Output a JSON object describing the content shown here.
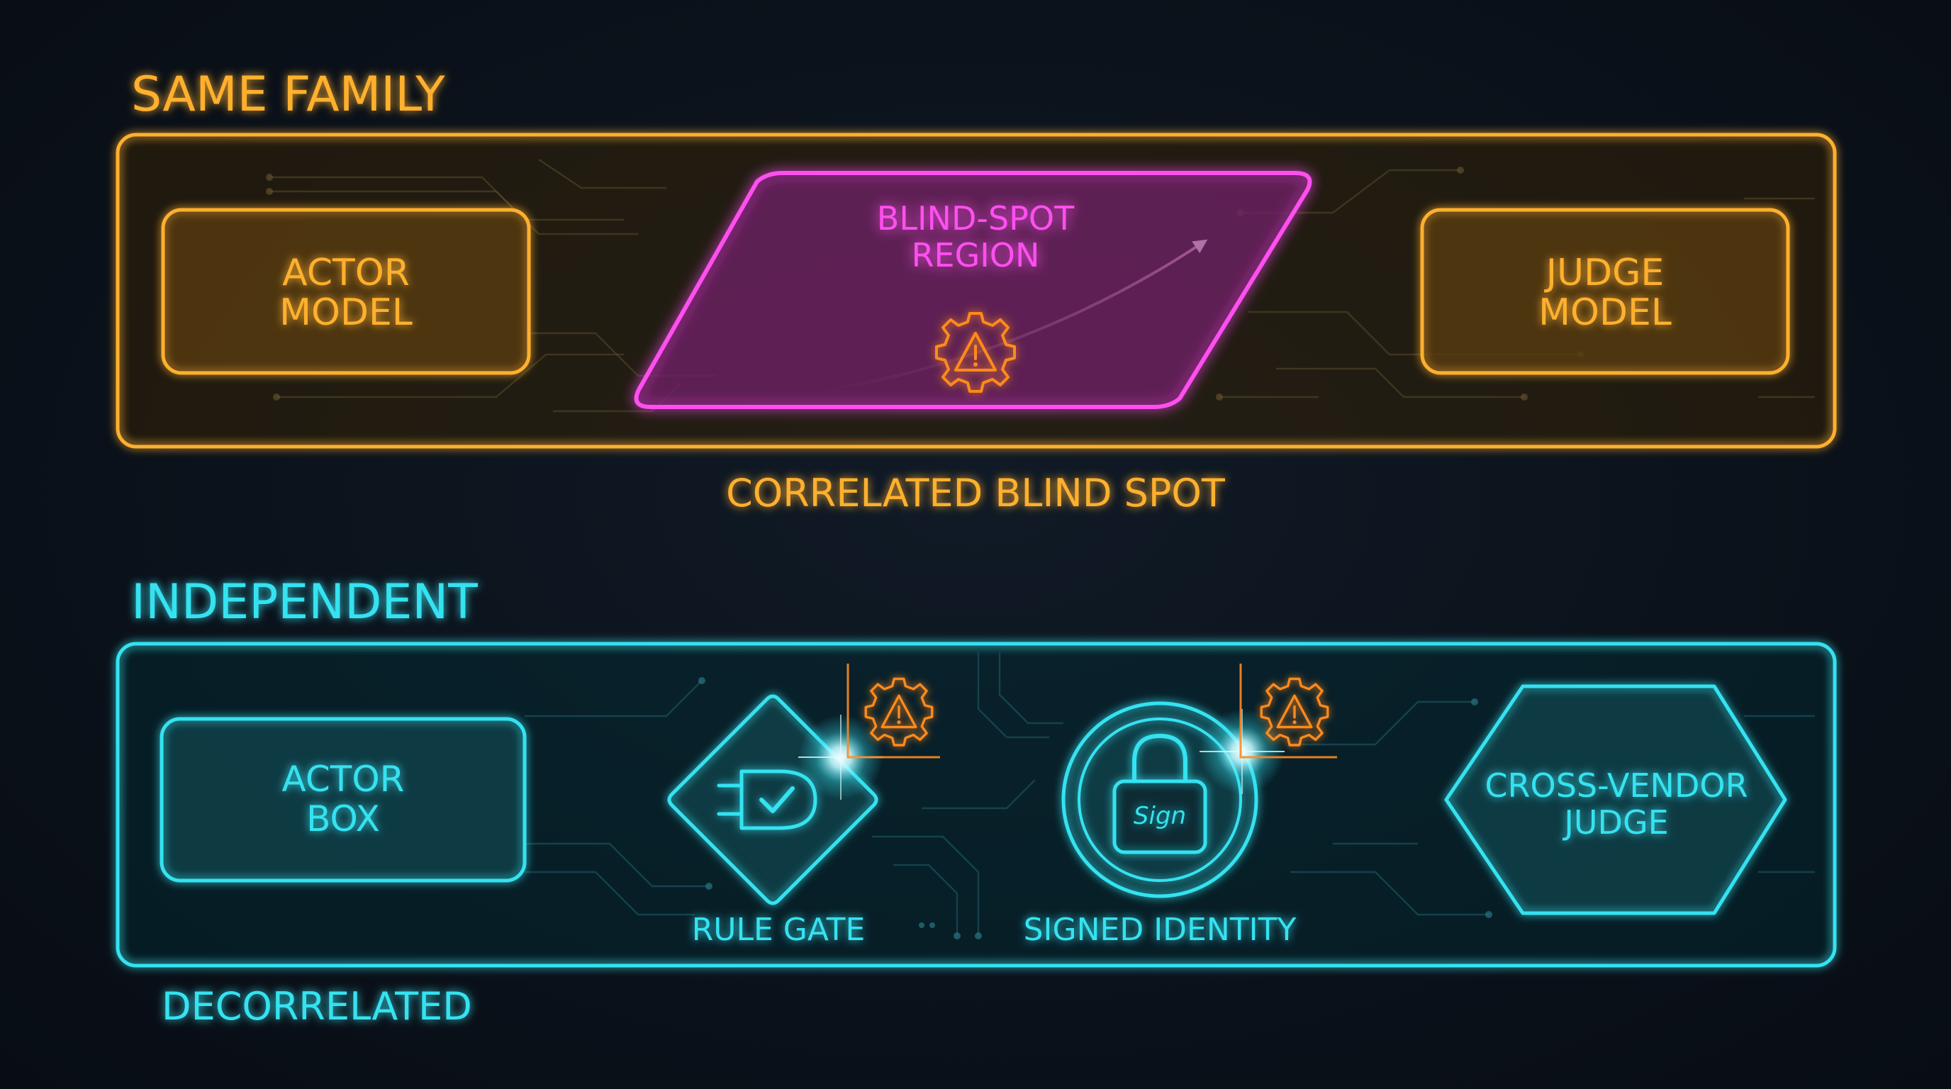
{
  "panels": {
    "top": {
      "title": "SAME FAMILY",
      "caption": "CORRELATED BLIND SPOT",
      "actor": {
        "line1": "ACTOR",
        "line2": "MODEL"
      },
      "blind_spot": {
        "line1": "BLIND-SPOT",
        "line2": "REGION",
        "icon": "warning-gear-icon"
      },
      "judge": {
        "line1": "JUDGE",
        "line2": "MODEL"
      },
      "color": "#ffb02e",
      "accent": "#ff4ff0"
    },
    "bottom": {
      "title": "INDEPENDENT",
      "caption": "DECORRELATED",
      "actor": {
        "line1": "ACTOR",
        "line2": "BOX"
      },
      "rule_gate": {
        "label": "RULE GATE",
        "icon": "plug-check-icon"
      },
      "signed_identity": {
        "label": "SIGNED IDENTITY",
        "icon": "padlock-icon",
        "lock_text": "Sign"
      },
      "judge": {
        "line1": "CROSS-VENDOR",
        "line2": "JUDGE"
      },
      "alert_icon": "warning-gear-icon",
      "color": "#36e2f0"
    }
  }
}
